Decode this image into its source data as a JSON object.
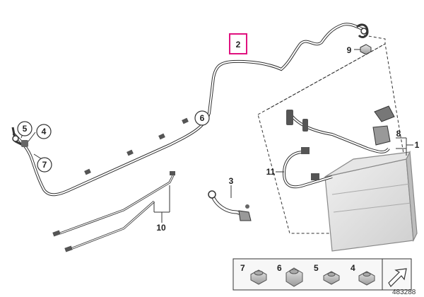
{
  "diagram": {
    "callouts": {
      "c2": "2",
      "c3": "3",
      "c4": "4",
      "c5": "5",
      "c6": "6",
      "c7": "7",
      "c8": "8",
      "c9": "9",
      "c10": "10",
      "c11": "11"
    },
    "highlight_color": "#e0117f"
  },
  "footer": {
    "parts": [
      "7",
      "6",
      "5",
      "4"
    ]
  },
  "diagram_id": "483288"
}
